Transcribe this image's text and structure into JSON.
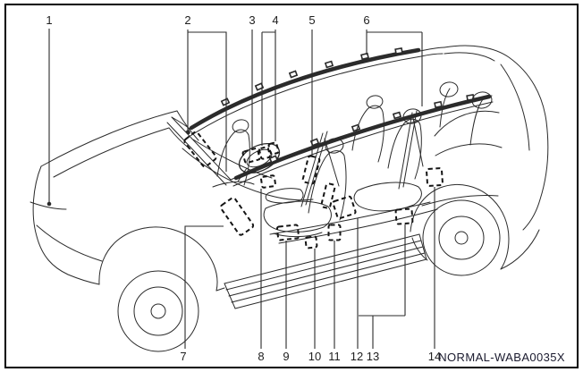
{
  "figure": {
    "code": "NORMAL-WABA0035X"
  },
  "callouts": [
    "1",
    "2",
    "3",
    "4",
    "5",
    "6",
    "7",
    "8",
    "9",
    "10",
    "11",
    "12",
    "13",
    "14"
  ],
  "colors": {
    "line_art": "#2b2b2b",
    "marker_dash": "#151515",
    "background": "#ffffff",
    "frame_border": "#000000",
    "label_text": "#1a1a2e"
  }
}
